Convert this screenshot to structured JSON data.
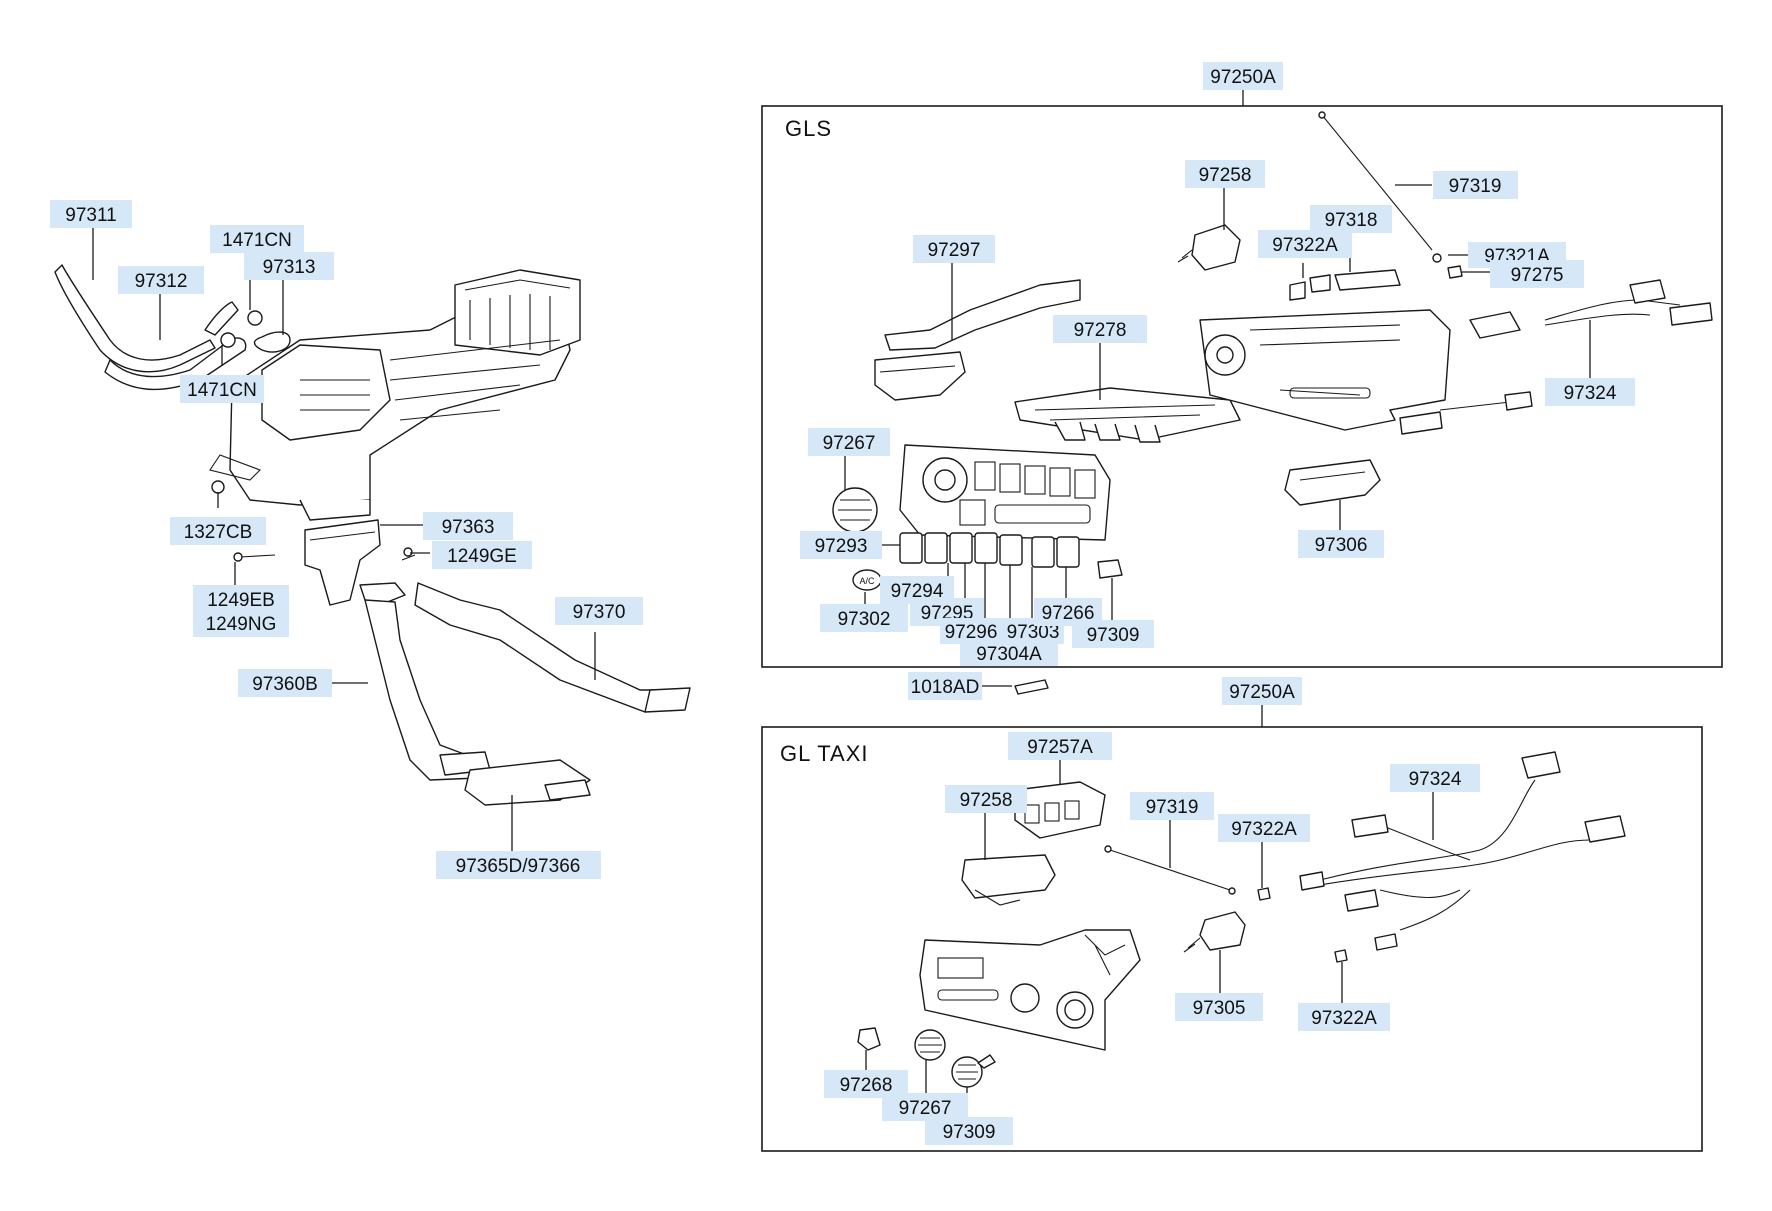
{
  "sections": {
    "gls": {
      "title": "GLS",
      "assembly": "97250A"
    },
    "gl_taxi": {
      "title": "GL TAXI",
      "assembly": "97250A"
    }
  },
  "parts": {
    "p97311": "97311",
    "p97312": "97312",
    "p1471CN_a": "1471CN",
    "p97313": "97313",
    "p1471CN_b": "1471CN",
    "p1327CB": "1327CB",
    "p97363": "97363",
    "p1249GE": "1249GE",
    "p1249EB": "1249EB",
    "p1249NG": "1249NG",
    "p97370": "97370",
    "p97360B": "97360B",
    "p97365D": "97365D/97366",
    "p1018AD": "1018AD",
    "gls_97258": "97258",
    "gls_97319": "97319",
    "gls_97318": "97318",
    "gls_97322A": "97322A",
    "gls_97321A": "97321A",
    "gls_97275": "97275",
    "gls_97297": "97297",
    "gls_97278": "97278",
    "gls_97324": "97324",
    "gls_97267": "97267",
    "gls_97306": "97306",
    "gls_97293": "97293",
    "gls_97294": "97294",
    "gls_97302": "97302",
    "gls_97295": "97295",
    "gls_97296": "97296",
    "gls_97303": "97303",
    "gls_97266": "97266",
    "gls_97304A": "97304A",
    "gls_97309": "97309",
    "taxi_97257A": "97257A",
    "taxi_97258": "97258",
    "taxi_97319": "97319",
    "taxi_97322A_a": "97322A",
    "taxi_97324": "97324",
    "taxi_97305": "97305",
    "taxi_97322A_b": "97322A",
    "taxi_97268": "97268",
    "taxi_97267": "97267",
    "taxi_97309": "97309"
  },
  "button_icons": {
    "ac_button": "A/C"
  }
}
